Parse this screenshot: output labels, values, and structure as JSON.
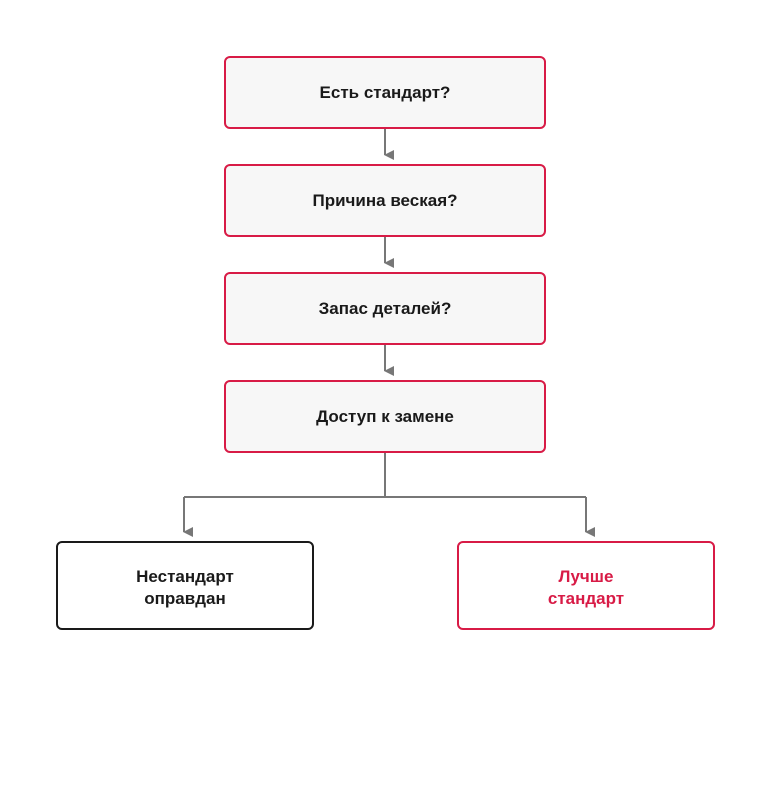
{
  "diagram": {
    "nodes": [
      {
        "id": "q1",
        "label": "Есть стандарт?"
      },
      {
        "id": "q2",
        "label": "Причина веская?"
      },
      {
        "id": "q3",
        "label": "Запас деталей?"
      },
      {
        "id": "q4",
        "label": "Доступ к замене"
      }
    ],
    "outcomes": [
      {
        "id": "o1",
        "label": "Нестандарт\nоправдан"
      },
      {
        "id": "o2",
        "label": "Лучше\nстандарт"
      }
    ],
    "edges": [
      [
        "q1",
        "q2"
      ],
      [
        "q2",
        "q3"
      ],
      [
        "q3",
        "q4"
      ],
      [
        "q4",
        "o1"
      ],
      [
        "q4",
        "o2"
      ]
    ],
    "colors": {
      "accent": "#d81b46",
      "node_fill": "#f7f7f7",
      "connector": "#777777",
      "text": "#1a1a1a"
    }
  }
}
